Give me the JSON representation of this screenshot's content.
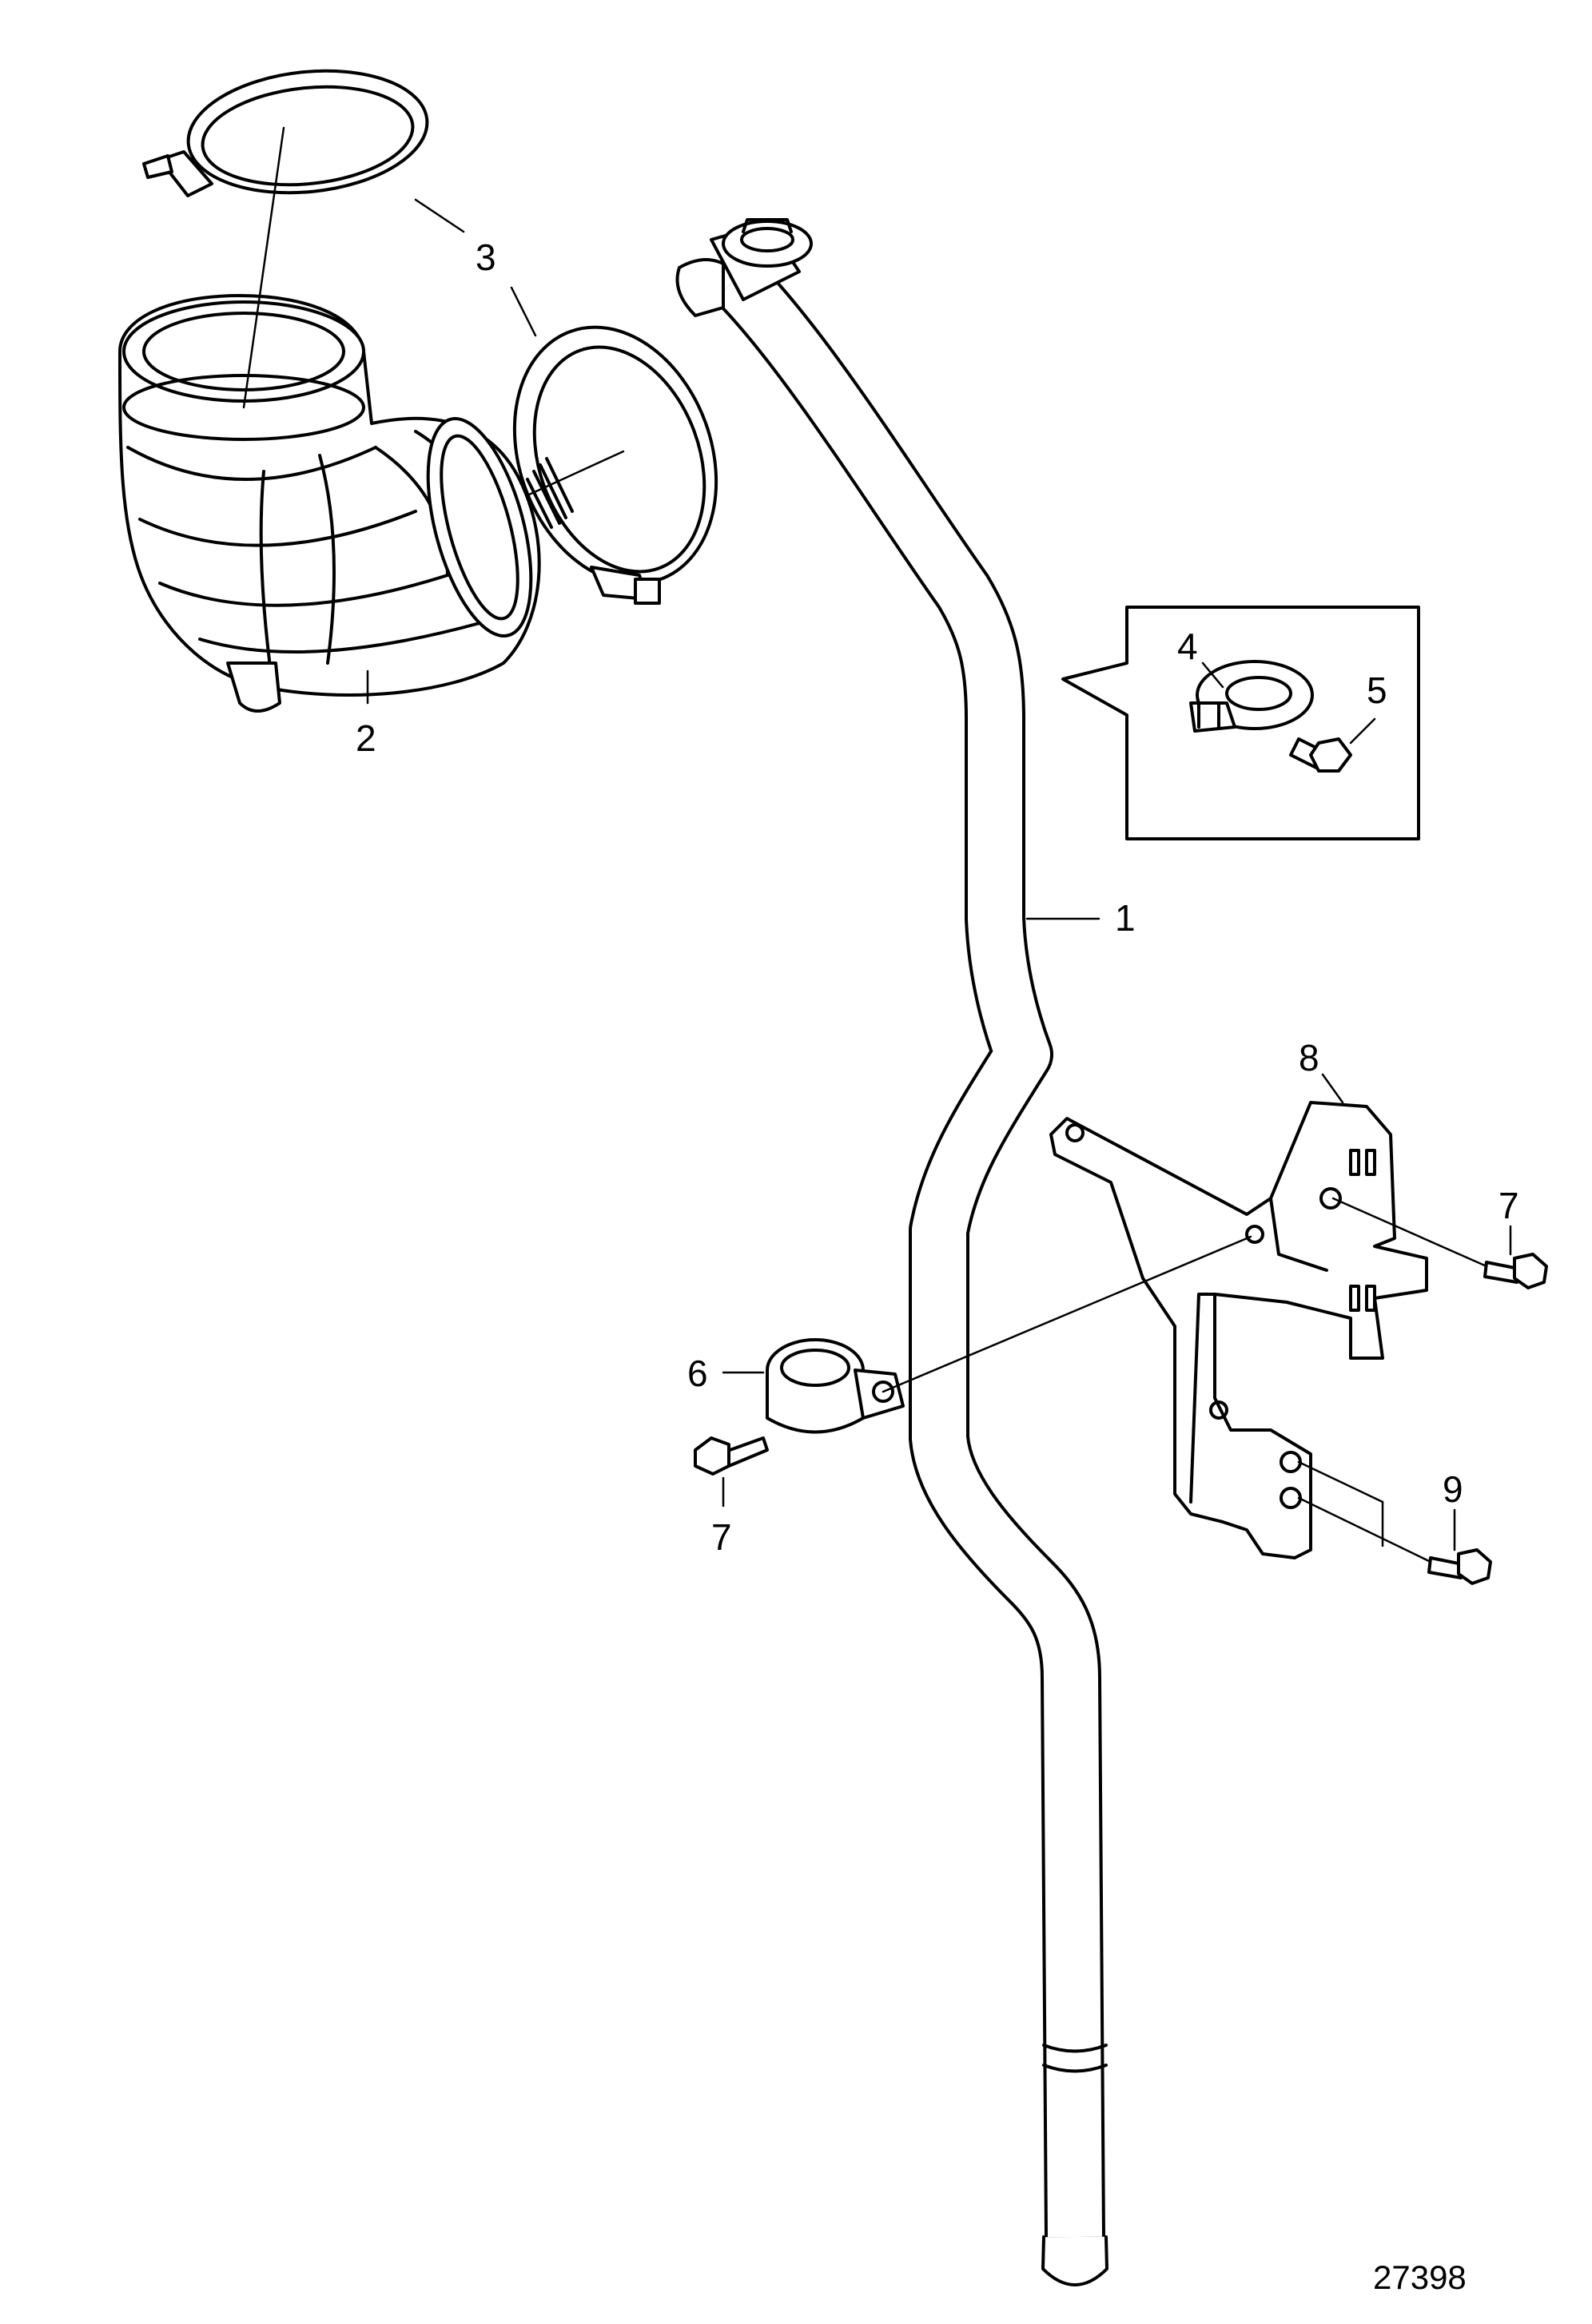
{
  "figure_id": "27398",
  "callouts": [
    {
      "key": "hose",
      "label": "1"
    },
    {
      "key": "elbow",
      "label": "2"
    },
    {
      "key": "hose-clamp",
      "label": "3"
    },
    {
      "key": "inset-clip",
      "label": "4"
    },
    {
      "key": "inset-screw",
      "label": "5"
    },
    {
      "key": "clamp",
      "label": "6"
    },
    {
      "key": "screw-left",
      "label": "7"
    },
    {
      "key": "bracket",
      "label": "8"
    },
    {
      "key": "screw-right",
      "label": "7"
    },
    {
      "key": "bracket-screws",
      "label": "9"
    }
  ]
}
